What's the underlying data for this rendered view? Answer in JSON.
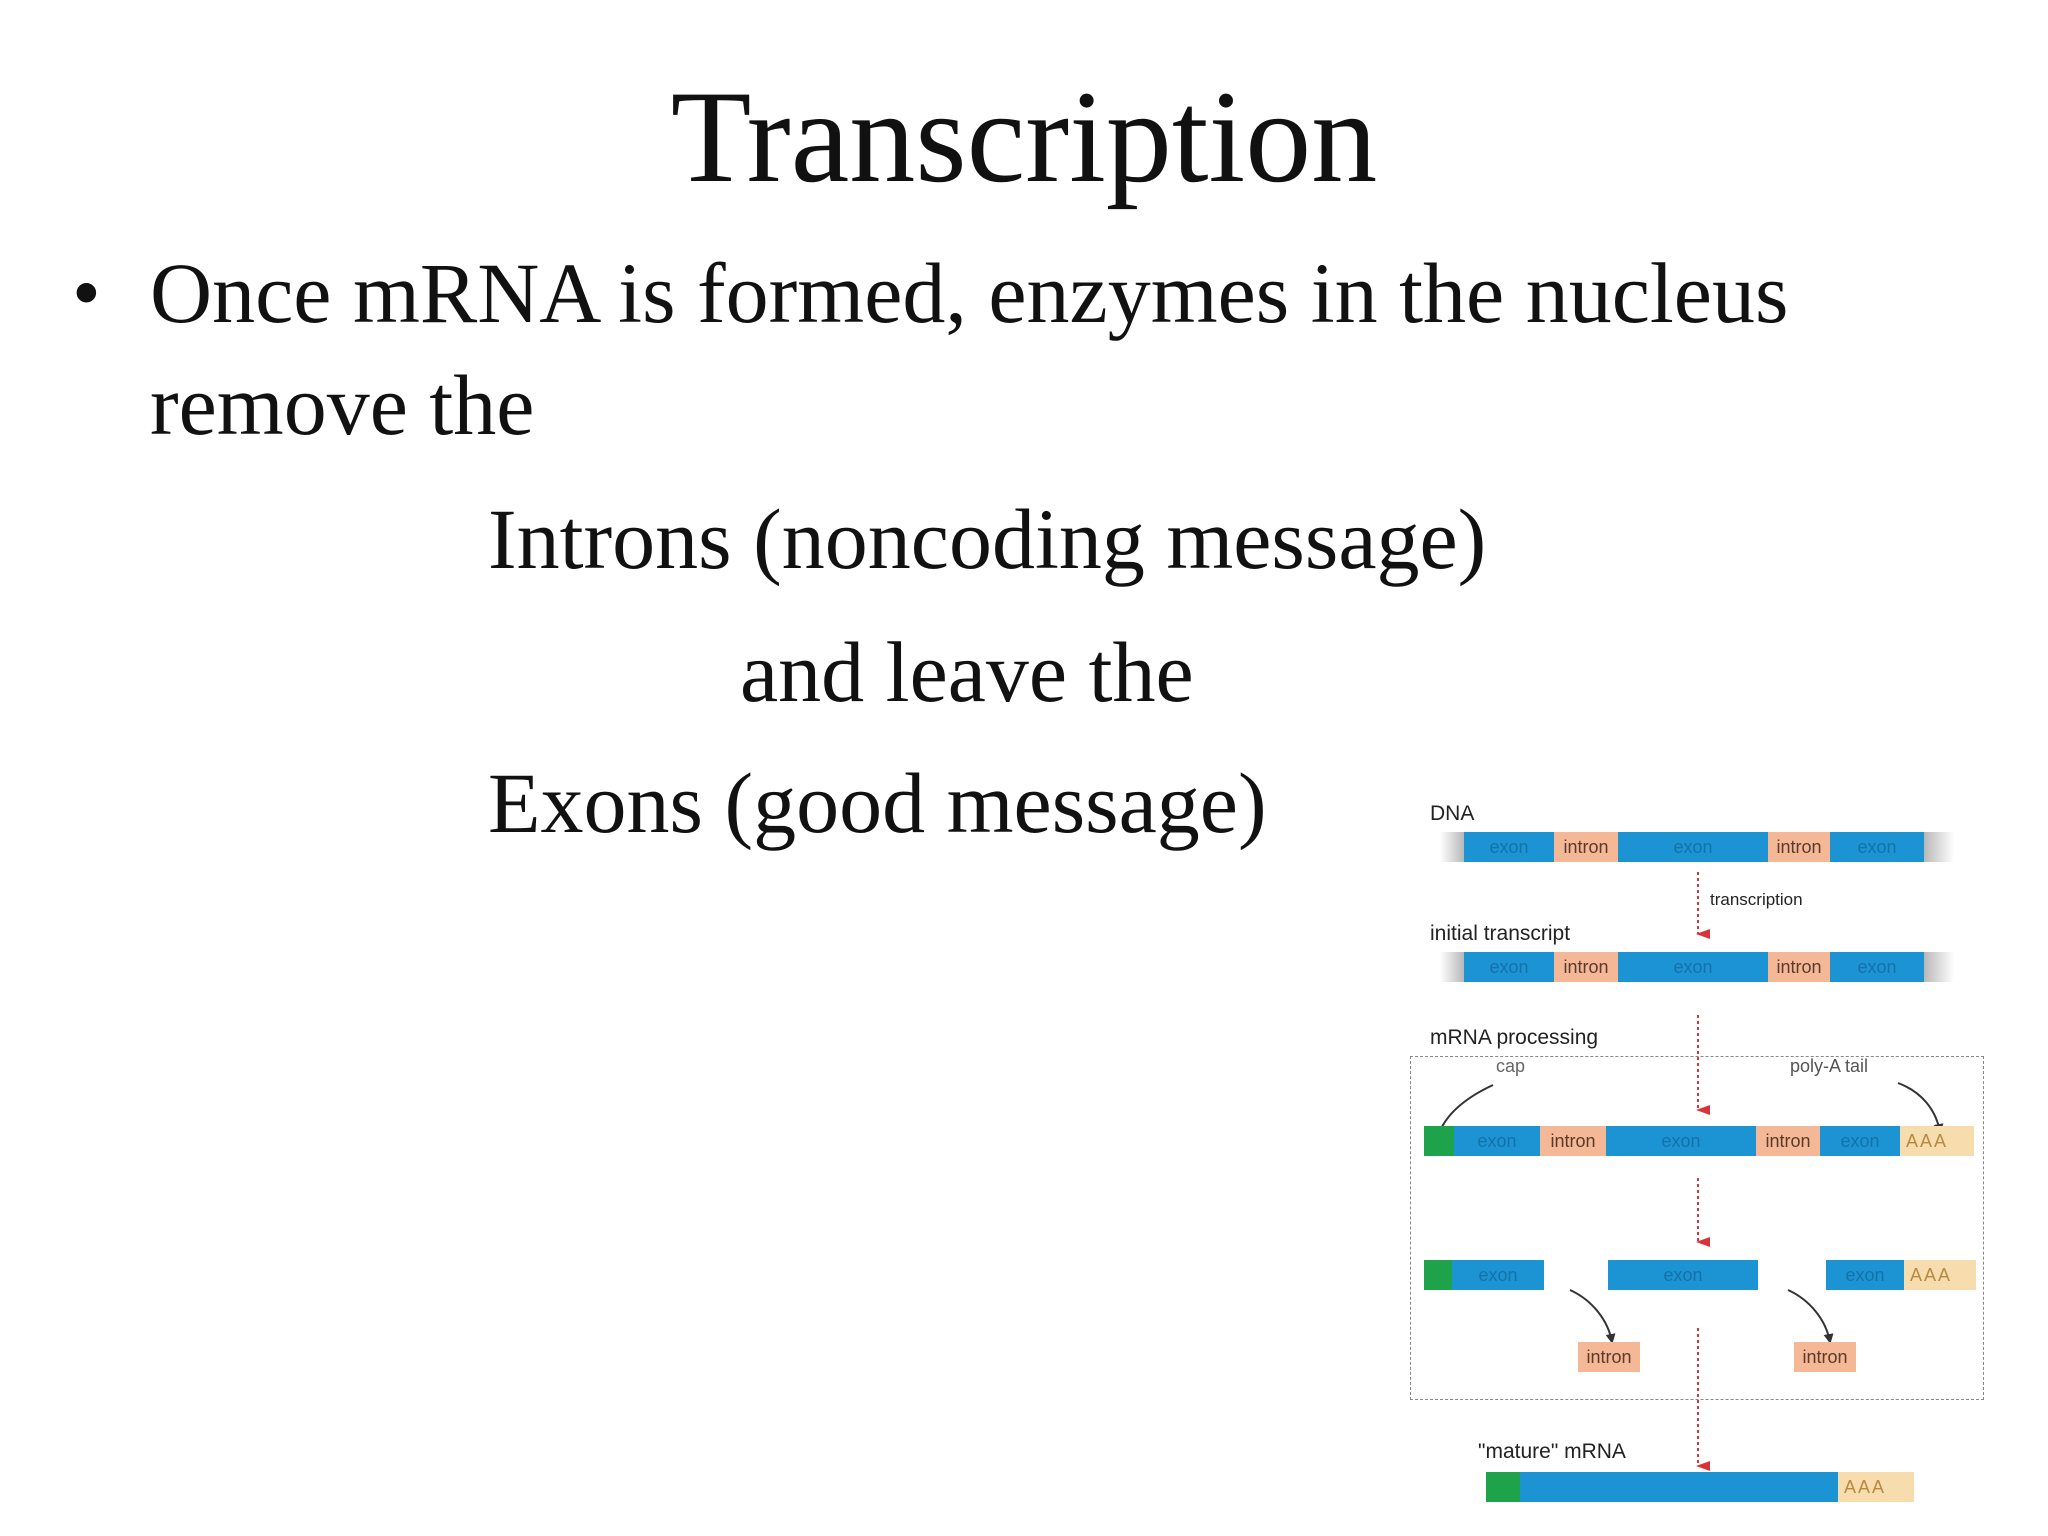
{
  "slide": {
    "title": "Transcription",
    "bullet": "•",
    "line1": "Once mRNA is formed, enzymes in the nucleus",
    "line2": "remove the",
    "indent1": "Introns (noncoding message)",
    "indent2": "and leave the",
    "indent3": "Exons (good message)"
  },
  "diagram": {
    "dna_label": "DNA",
    "transcription_label": "transcription",
    "initial_label": "initial transcript",
    "processing_label": "mRNA processing",
    "cap_label": "cap",
    "polya_label": "poly-A tail",
    "mature_label": "\"mature\" mRNA",
    "exon": "exon",
    "intron": "intron",
    "tail": "AAA",
    "colors": {
      "exon": "#1c94d4",
      "intron": "#f4b896",
      "cap": "#1ea24a",
      "tail": "#f7dcae",
      "arrow": "#d8323a"
    }
  }
}
